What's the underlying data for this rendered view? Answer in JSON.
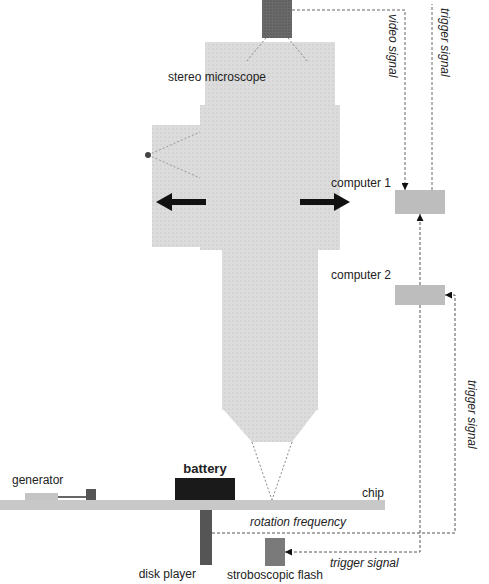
{
  "diagram": {
    "nodes": [
      {
        "text": [
          "stereo microscope"
        ]
      },
      {
        "text": [
          "computer 1"
        ]
      },
      {
        "text": [
          "computer 2"
        ]
      },
      {
        "text": [
          "generator"
        ]
      },
      {
        "text": [
          "battery"
        ]
      },
      {
        "text": [
          "chip"
        ]
      },
      {
        "text": [
          "disk player"
        ]
      },
      {
        "text": [
          "stroboscopic flash"
        ]
      }
    ],
    "edges": [
      {
        "from": 6,
        "to": 2,
        "arrow": "to"
      },
      {
        "from": 2,
        "to": 1,
        "arrow": "to"
      },
      {
        "from": 2,
        "to": 7,
        "arrow": "to"
      }
    ],
    "labels": [
      "video signal",
      "trigger signal",
      "trigger signal",
      "rotation frequency",
      "trigger signal"
    ]
  }
}
